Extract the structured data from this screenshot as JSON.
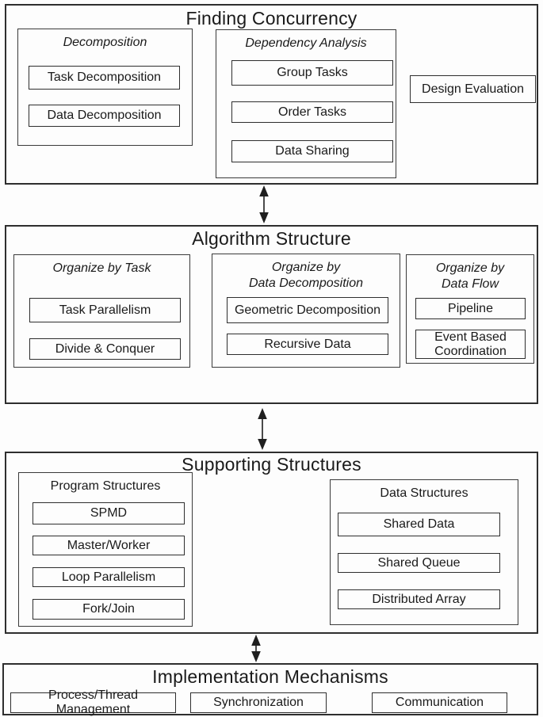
{
  "diagram": {
    "colors": {
      "background": "#fdfdfd",
      "line": "#2e2e2e",
      "text": "#1a1a1a"
    },
    "sections": [
      {
        "title": "Finding Concurrency",
        "groups": [
          {
            "header_lines": [
              "Decomposition"
            ],
            "items": [
              "Task Decomposition",
              "Data Decomposition"
            ]
          },
          {
            "header_lines": [
              "Dependency Analysis"
            ],
            "items": [
              "Group Tasks",
              "Order Tasks",
              "Data Sharing"
            ]
          }
        ],
        "side_items": [
          "Design Evaluation"
        ]
      },
      {
        "title": "Algorithm Structure",
        "groups": [
          {
            "header_lines": [
              "Organize by Task"
            ],
            "items": [
              "Task Parallelism",
              "Divide & Conquer"
            ]
          },
          {
            "header_lines": [
              "Organize by",
              "Data Decomposition"
            ],
            "items": [
              "Geometric Decomposition",
              "Recursive Data"
            ]
          },
          {
            "header_lines": [
              "Organize by",
              "Data Flow"
            ],
            "items": [
              "Pipeline",
              "Event Based Coordination"
            ]
          }
        ]
      },
      {
        "title": "Supporting Structures",
        "groups": [
          {
            "header_lines": [
              "Program Structures"
            ],
            "items": [
              "SPMD",
              "Master/Worker",
              "Loop Parallelism",
              "Fork/Join"
            ]
          },
          {
            "header_lines": [
              "Data Structures"
            ],
            "items": [
              "Shared Data",
              "Shared Queue",
              "Distributed Array"
            ]
          }
        ]
      },
      {
        "title": "Implementation Mechanisms",
        "items": [
          "Process/Thread Management",
          "Synchronization",
          "Communication"
        ]
      }
    ],
    "connectors": [
      {
        "icon": "bidirectional-arrow"
      },
      {
        "icon": "bidirectional-arrow"
      },
      {
        "icon": "bidirectional-arrow"
      }
    ]
  }
}
